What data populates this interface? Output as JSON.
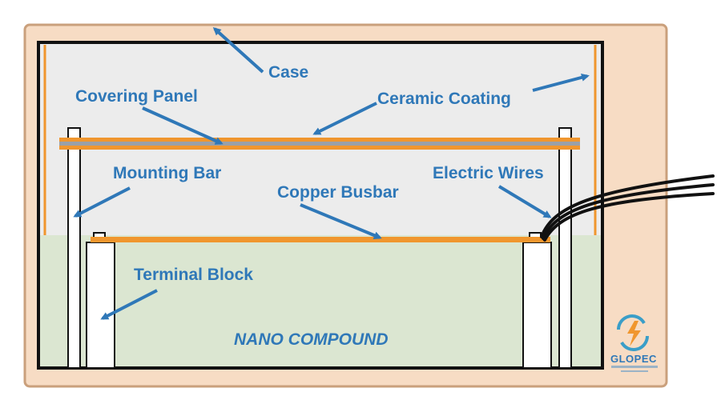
{
  "labels": {
    "case": "Case",
    "covering_panel": "Covering Panel",
    "ceramic_coating": "Ceramic Coating",
    "mounting_bar": "Mounting Bar",
    "electric_wires": "Electric Wires",
    "copper_busbar": "Copper Busbar",
    "terminal_block": "Terminal Block",
    "nano_compound": "NANO COMPOUND"
  },
  "logo": {
    "name": "GLOPEC",
    "icon": "lightning-recycle-icon"
  },
  "colors": {
    "label_blue": "#2f78b8",
    "outer_frame": "#f7dcc4",
    "outer_frame_border": "#caa07c",
    "interior": "#ececec",
    "compound": "#dbe6d1",
    "orange": "#f0962e",
    "gray_panel": "#9aa0a8",
    "wire": "#111111"
  }
}
